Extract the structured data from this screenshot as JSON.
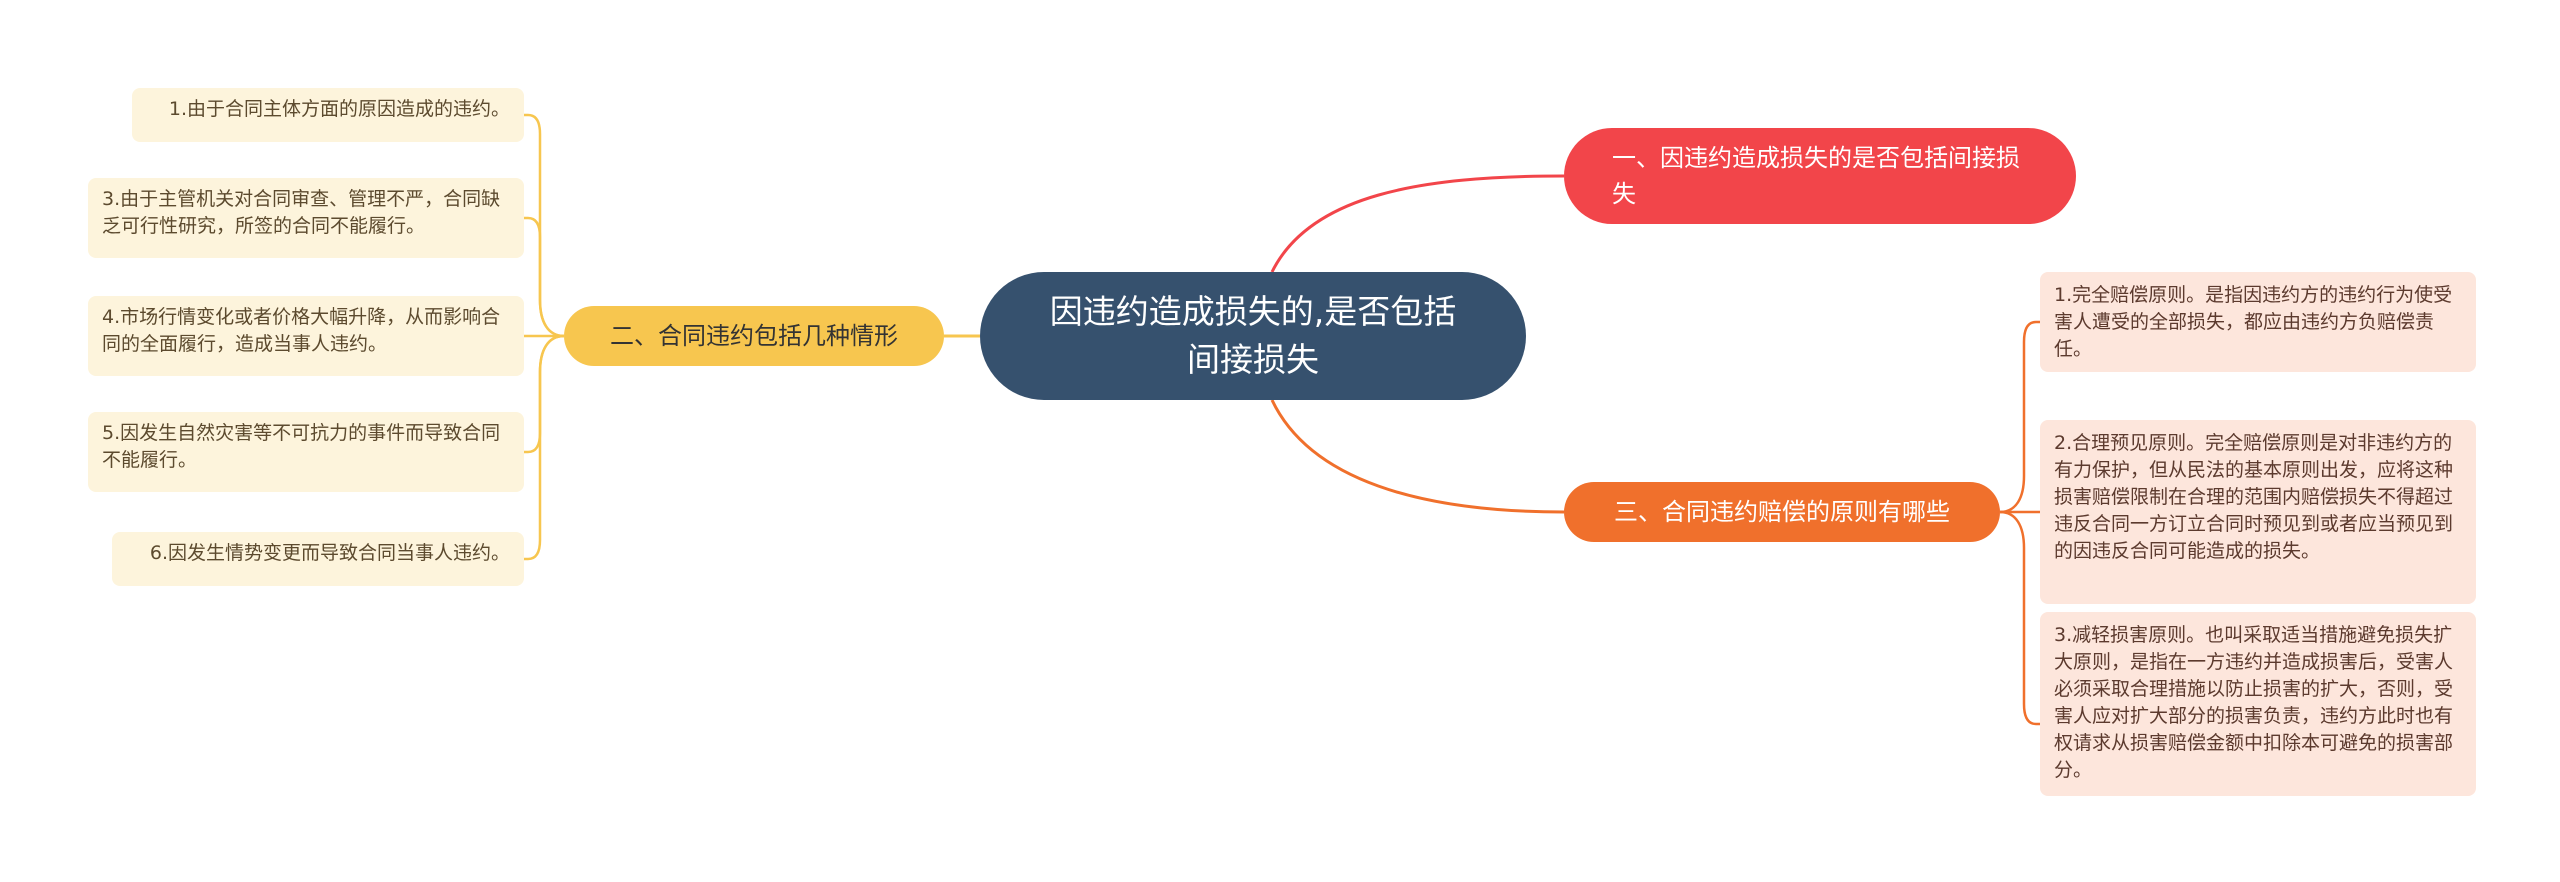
{
  "root": {
    "label": "因违约造成损失的,是否包括间接损失"
  },
  "branches": [
    {
      "label": "一、因违约造成损失的是否包括间接损失",
      "color": "#f2454a",
      "items": []
    },
    {
      "label": "二、合同违约包括几种情形",
      "color": "#f7c64f",
      "items": [
        "1.由于合同主体方面的原因造成的违约。",
        "3.由于主管机关对合同审查、管理不严，合同缺乏可行性研究，所签的合同不能履行。",
        "4.市场行情变化或者价格大幅升降，从而影响合同的全面履行，造成当事人违约。",
        "5.因发生自然灾害等不可抗力的事件而导致合同不能履行。",
        "6.因发生情势变更而导致合同当事人违约。"
      ]
    },
    {
      "label": "三、合同违约赔偿的原则有哪些",
      "color": "#f0702c",
      "items": [
        "1.完全赔偿原则。是指因违约方的违约行为使受害人遭受的全部损失，都应由违约方负赔偿责任。",
        "2.合理预见原则。完全赔偿原则是对非违约方的有力保护，但从民法的基本原则出发，应将这种损害赔偿限制在合理的范围内赔偿损失不得超过违反合同一方订立合同时预见到或者应当预见到的因违反合同可能造成的损失。",
        "3.减轻损害原则。也叫采取适当措施避免损失扩大原则，是指在一方违约并造成损害后，受害人必须采取合理措施以防止损害的扩大，否则，受害人应对扩大部分的损害负责，违约方此时也有权请求从损害赔偿金额中扣除本可避免的损害部分。"
      ]
    }
  ]
}
